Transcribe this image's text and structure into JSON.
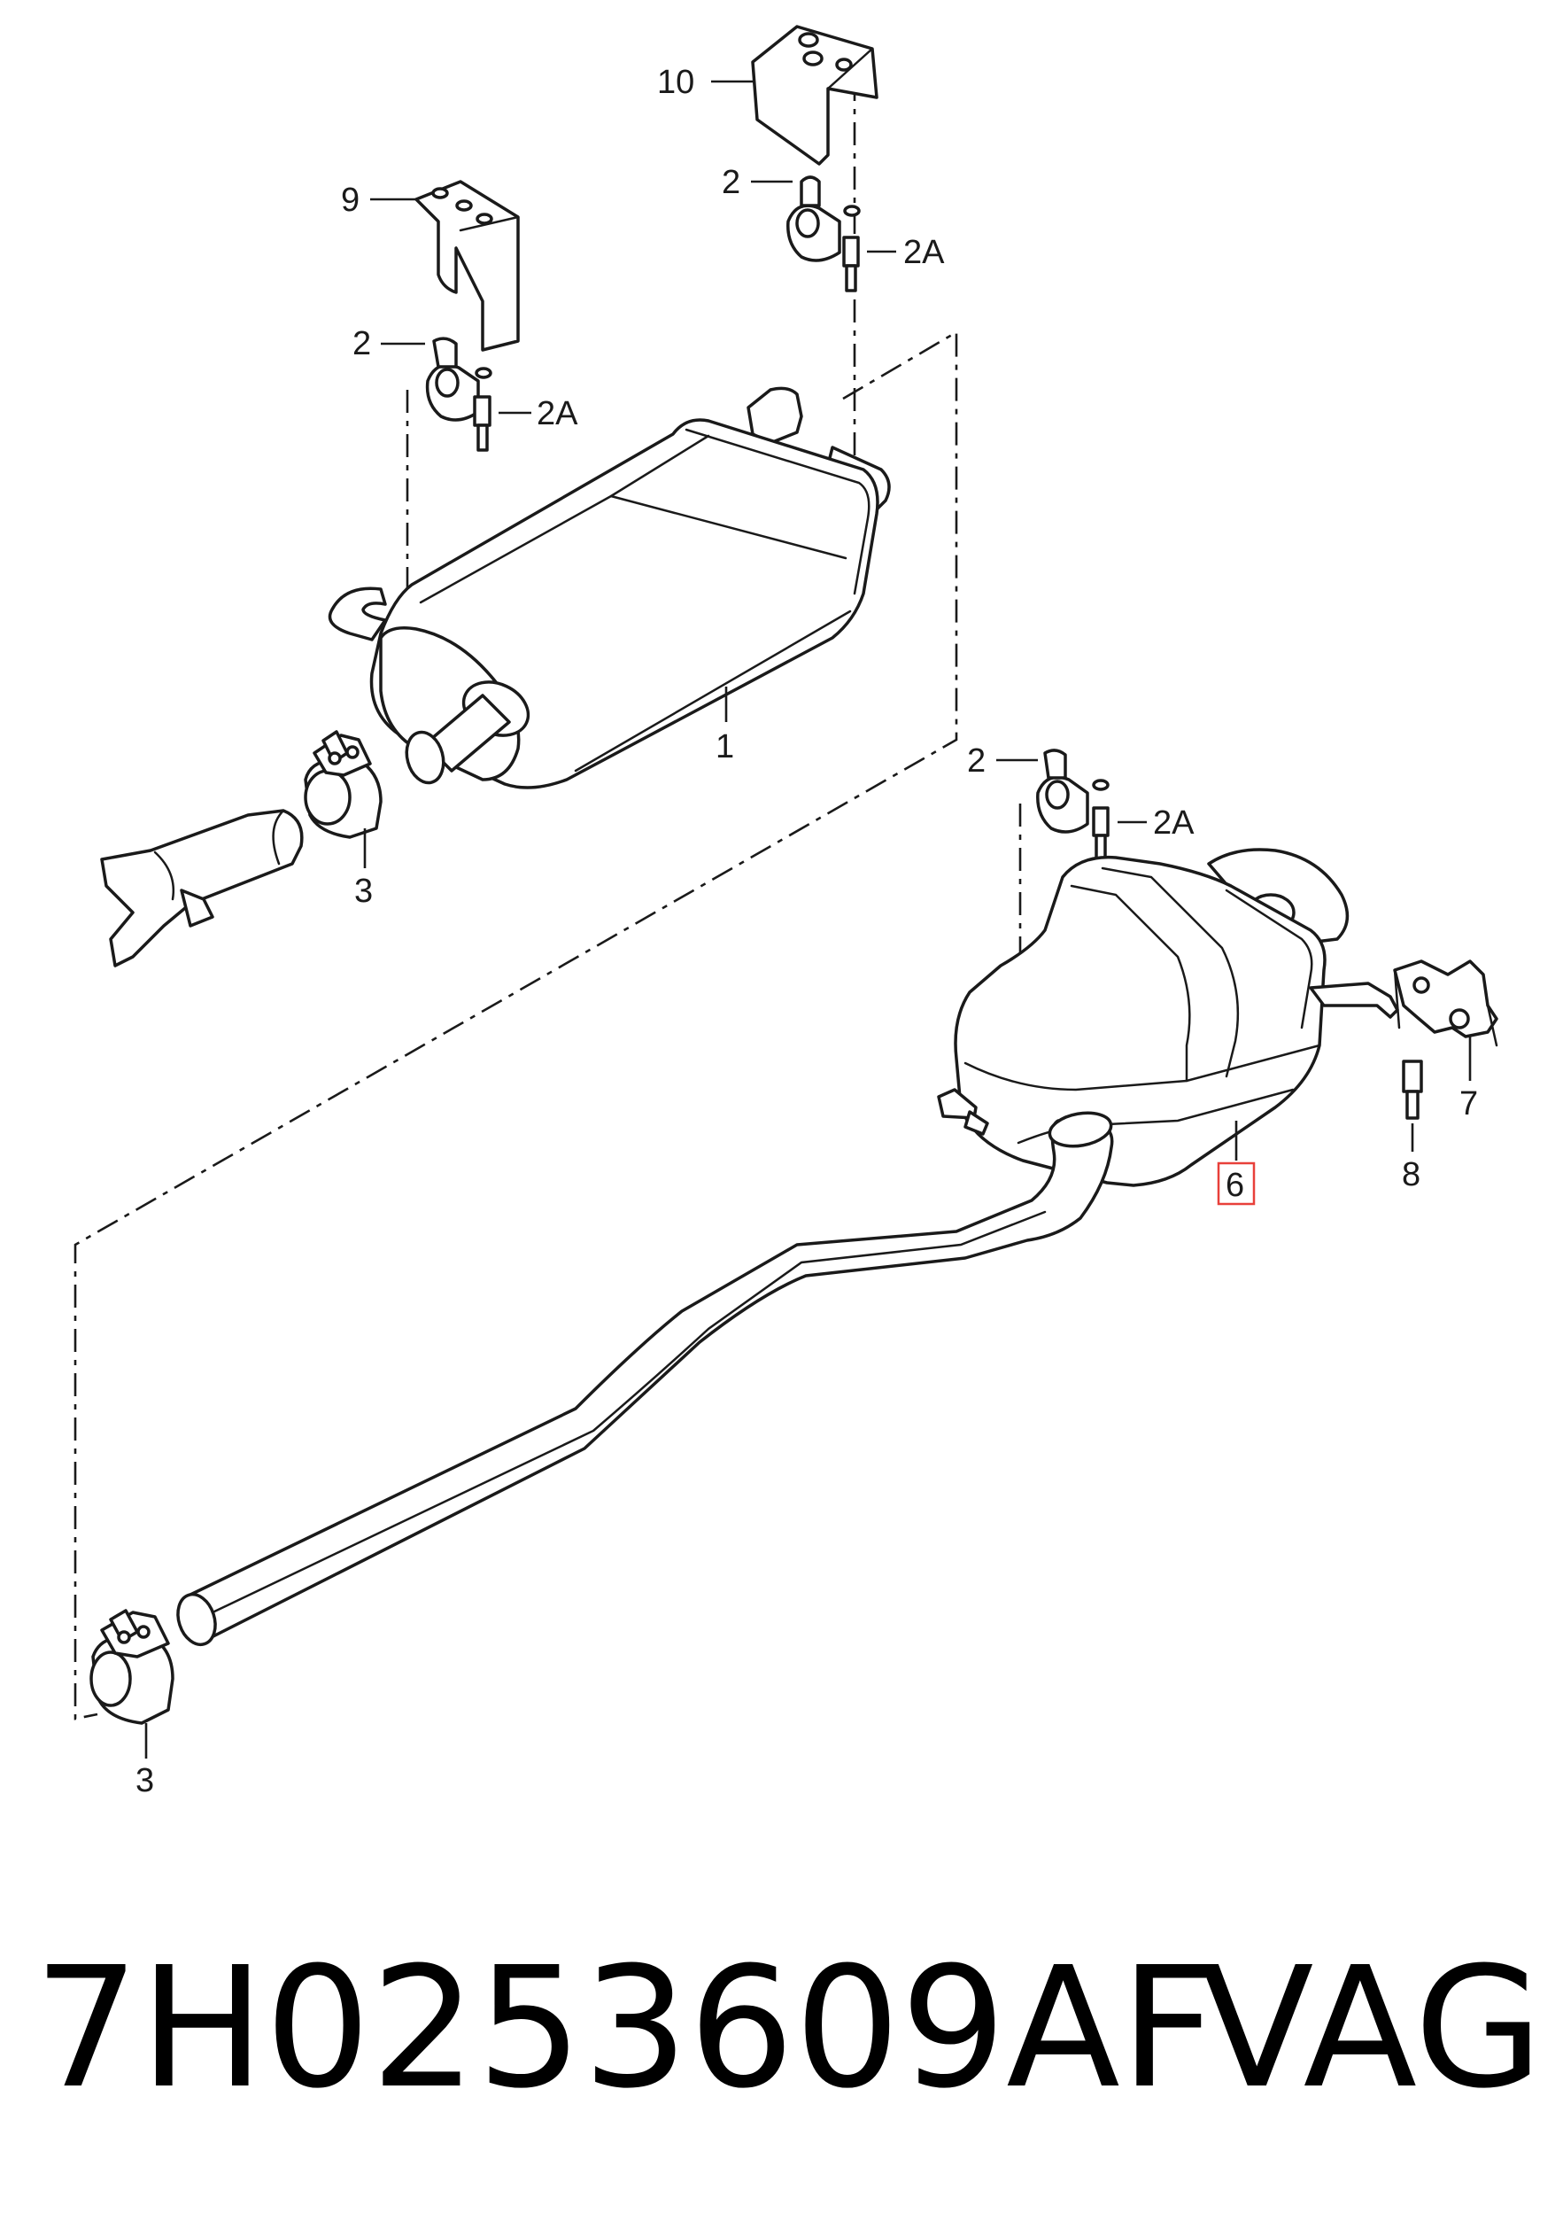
{
  "callouts": {
    "label_10": "10",
    "label_9": "9",
    "label_2_top": "2",
    "label_2a_top": "2A",
    "label_2_left": "2",
    "label_2a_left": "2A",
    "label_1": "1",
    "label_3_upper": "3",
    "label_2_rear": "2",
    "label_2a_rear": "2A",
    "label_7": "7",
    "label_8": "8",
    "label_6": "6",
    "label_3_lower": "3"
  },
  "highlight": {
    "part": "6",
    "color": "#e8403a"
  },
  "caption": {
    "part_number": "7H0253609AF",
    "brand": "VAG"
  }
}
